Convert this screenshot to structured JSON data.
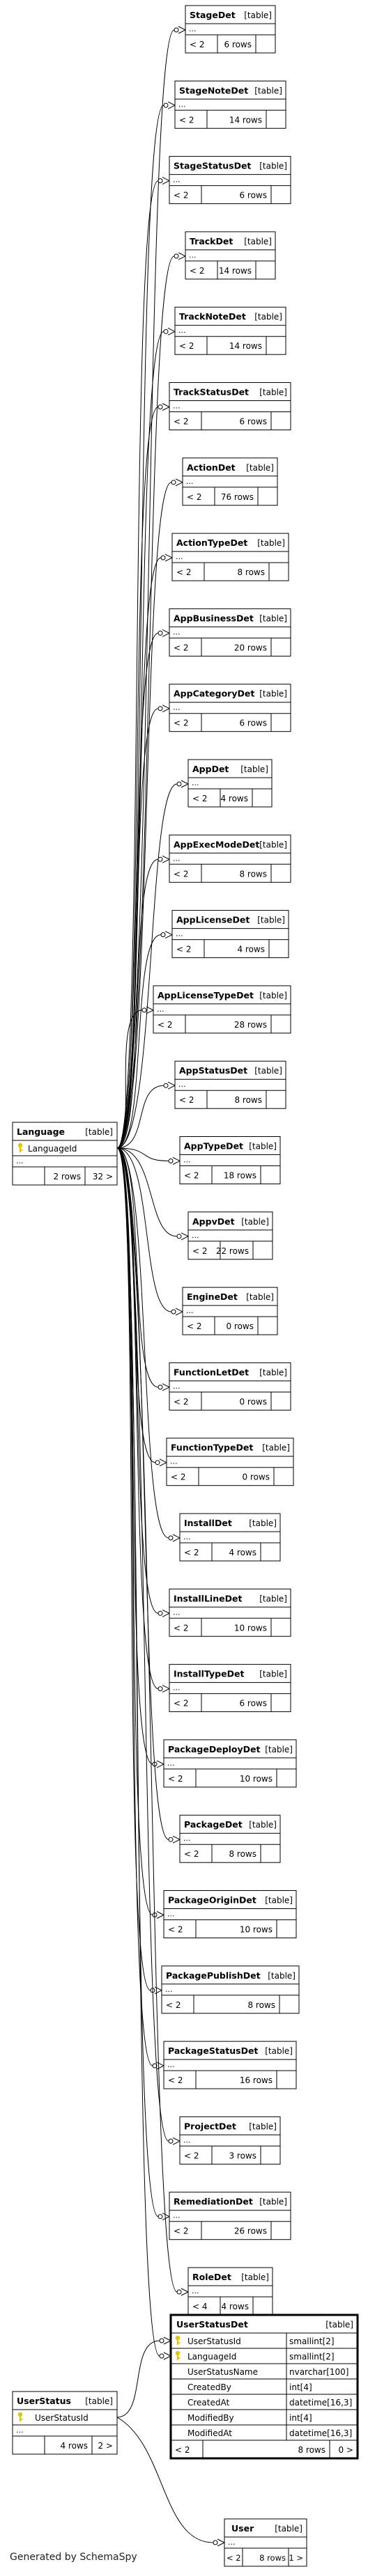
{
  "footer": "Generated by SchemaSpy",
  "colors": {
    "line": "#000000",
    "key": "#e3c400",
    "bg": "#ffffff",
    "focus_border": "#000000"
  },
  "language": {
    "name": "Language",
    "kind": "[table]",
    "columns": [
      {
        "name": "LanguageId",
        "key": true,
        "type": ""
      }
    ],
    "ellipsis": "...",
    "left": "",
    "rows": "2 rows",
    "right": "32 >"
  },
  "userstatus": {
    "name": "UserStatus",
    "kind": "[table]",
    "columns": [
      {
        "name": "UserStatusId",
        "key": true,
        "type": ""
      }
    ],
    "ellipsis": "...",
    "left": "",
    "rows": "4 rows",
    "right": "2 >"
  },
  "userstatusdet": {
    "name": "UserStatusDet",
    "kind": "[table]",
    "columns": [
      {
        "name": "UserStatusId",
        "key": true,
        "type": "smallint[2]"
      },
      {
        "name": "LanguageId",
        "key": true,
        "type": "smallint[2]"
      },
      {
        "name": "UserStatusName",
        "key": false,
        "type": "nvarchar[100]"
      },
      {
        "name": "CreatedBy",
        "key": false,
        "type": "int[4]"
      },
      {
        "name": "CreatedAt",
        "key": false,
        "type": "datetime[16,3]"
      },
      {
        "name": "ModifiedBy",
        "key": false,
        "type": "int[4]"
      },
      {
        "name": "ModifiedAt",
        "key": false,
        "type": "datetime[16,3]"
      }
    ],
    "ellipsis": "",
    "left": "< 2",
    "rows": "8 rows",
    "right": "0 >"
  },
  "user": {
    "name": "User",
    "kind": "[table]",
    "columns": [],
    "ellipsis": "...",
    "left": "< 2",
    "rows": "8 rows",
    "right": "1 >"
  },
  "det_tables": [
    {
      "name": "StageDet",
      "kind": "[table]",
      "ellipsis": "...",
      "left": "< 2",
      "rows": "6 rows"
    },
    {
      "name": "StageNoteDet",
      "kind": "[table]",
      "ellipsis": "...",
      "left": "< 2",
      "rows": "14 rows"
    },
    {
      "name": "StageStatusDet",
      "kind": "[table]",
      "ellipsis": "...",
      "left": "< 2",
      "rows": "6 rows"
    },
    {
      "name": "TrackDet",
      "kind": "[table]",
      "ellipsis": "...",
      "left": "< 2",
      "rows": "14 rows"
    },
    {
      "name": "TrackNoteDet",
      "kind": "[table]",
      "ellipsis": "...",
      "left": "< 2",
      "rows": "14 rows"
    },
    {
      "name": "TrackStatusDet",
      "kind": "[table]",
      "ellipsis": "...",
      "left": "< 2",
      "rows": "6 rows"
    },
    {
      "name": "ActionDet",
      "kind": "[table]",
      "ellipsis": "...",
      "left": "< 2",
      "rows": "76 rows"
    },
    {
      "name": "ActionTypeDet",
      "kind": "[table]",
      "ellipsis": "...",
      "left": "< 2",
      "rows": "8 rows"
    },
    {
      "name": "AppBusinessDet",
      "kind": "[table]",
      "ellipsis": "...",
      "left": "< 2",
      "rows": "20 rows"
    },
    {
      "name": "AppCategoryDet",
      "kind": "[table]",
      "ellipsis": "...",
      "left": "< 2",
      "rows": "6 rows"
    },
    {
      "name": "AppDet",
      "kind": "[table]",
      "ellipsis": "...",
      "left": "< 2",
      "rows": "4 rows"
    },
    {
      "name": "AppExecModeDet",
      "kind": "[table]",
      "ellipsis": "...",
      "left": "< 2",
      "rows": "8 rows"
    },
    {
      "name": "AppLicenseDet",
      "kind": "[table]",
      "ellipsis": "...",
      "left": "< 2",
      "rows": "4 rows"
    },
    {
      "name": "AppLicenseTypeDet",
      "kind": "[table]",
      "ellipsis": "...",
      "left": "< 2",
      "rows": "28 rows"
    },
    {
      "name": "AppStatusDet",
      "kind": "[table]",
      "ellipsis": "...",
      "left": "< 2",
      "rows": "8 rows"
    },
    {
      "name": "AppTypeDet",
      "kind": "[table]",
      "ellipsis": "...",
      "left": "< 2",
      "rows": "18 rows"
    },
    {
      "name": "AppvDet",
      "kind": "[table]",
      "ellipsis": "...",
      "left": "< 2",
      "rows": "22 rows"
    },
    {
      "name": "EngineDet",
      "kind": "[table]",
      "ellipsis": "...",
      "left": "< 2",
      "rows": "0 rows"
    },
    {
      "name": "FunctionLetDet",
      "kind": "[table]",
      "ellipsis": "...",
      "left": "< 2",
      "rows": "0 rows"
    },
    {
      "name": "FunctionTypeDet",
      "kind": "[table]",
      "ellipsis": "...",
      "left": "< 2",
      "rows": "0 rows"
    },
    {
      "name": "InstallDet",
      "kind": "[table]",
      "ellipsis": "...",
      "left": "< 2",
      "rows": "4 rows"
    },
    {
      "name": "InstallLineDet",
      "kind": "[table]",
      "ellipsis": "...",
      "left": "< 2",
      "rows": "10 rows"
    },
    {
      "name": "InstallTypeDet",
      "kind": "[table]",
      "ellipsis": "...",
      "left": "< 2",
      "rows": "6 rows"
    },
    {
      "name": "PackageDeployDet",
      "kind": "[table]",
      "ellipsis": "...",
      "left": "< 2",
      "rows": "10 rows"
    },
    {
      "name": "PackageDet",
      "kind": "[table]",
      "ellipsis": "...",
      "left": "< 2",
      "rows": "8 rows"
    },
    {
      "name": "PackageOriginDet",
      "kind": "[table]",
      "ellipsis": "...",
      "left": "< 2",
      "rows": "10 rows"
    },
    {
      "name": "PackagePublishDet",
      "kind": "[table]",
      "ellipsis": "...",
      "left": "< 2",
      "rows": "8 rows"
    },
    {
      "name": "PackageStatusDet",
      "kind": "[table]",
      "ellipsis": "...",
      "left": "< 2",
      "rows": "16 rows"
    },
    {
      "name": "ProjectDet",
      "kind": "[table]",
      "ellipsis": "...",
      "left": "< 2",
      "rows": "3 rows"
    },
    {
      "name": "RemediationDet",
      "kind": "[table]",
      "ellipsis": "...",
      "left": "< 2",
      "rows": "26 rows"
    },
    {
      "name": "RoleDet",
      "kind": "[table]",
      "ellipsis": "...",
      "left": "< 4",
      "rows": "4 rows"
    }
  ]
}
